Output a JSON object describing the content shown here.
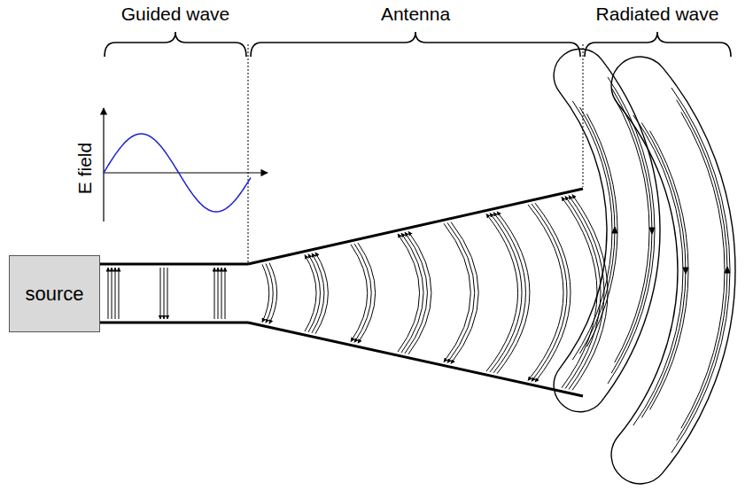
{
  "diagram": {
    "nodes": [
      {
        "text": [
          "source"
        ]
      }
    ],
    "edges": [],
    "labels": [
      "Guided wave",
      "Antenna",
      "Radiated wave",
      "E field"
    ]
  }
}
